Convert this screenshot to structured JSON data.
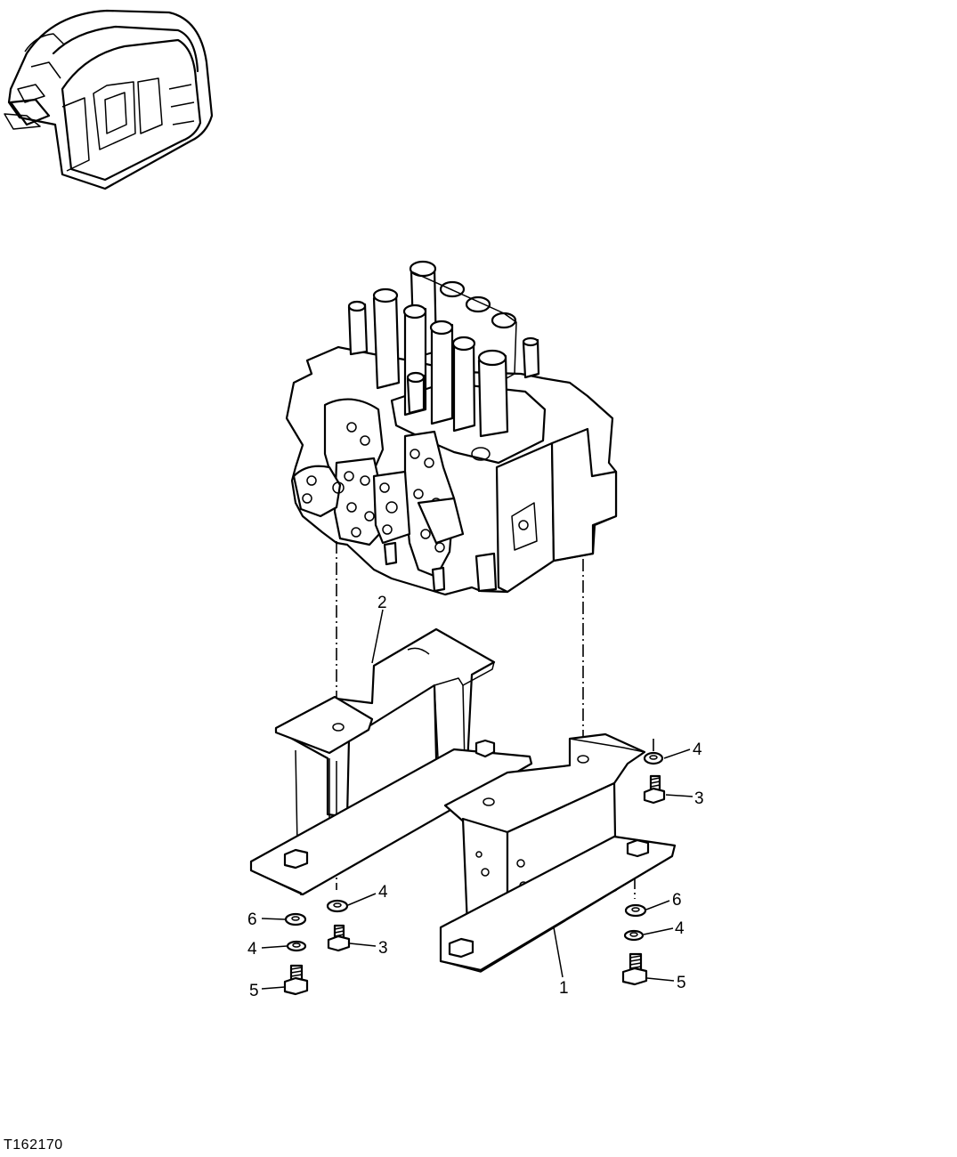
{
  "figure_id": "T162170",
  "callouts": [
    {
      "id": "c2-top",
      "number": "2"
    },
    {
      "id": "c4-right-top",
      "number": "4"
    },
    {
      "id": "c3-right",
      "number": "3"
    },
    {
      "id": "c4-center",
      "number": "4"
    },
    {
      "id": "c6-left",
      "number": "6"
    },
    {
      "id": "c4-left",
      "number": "4"
    },
    {
      "id": "c3-center",
      "number": "3"
    },
    {
      "id": "c5-left",
      "number": "5"
    },
    {
      "id": "c6-right",
      "number": "6"
    },
    {
      "id": "c4-right-bottom",
      "number": "4"
    },
    {
      "id": "c1",
      "number": "1"
    },
    {
      "id": "c5-right",
      "number": "5"
    }
  ],
  "parts": [
    "machine-locator-icon",
    "control-valve",
    "valve-bracket",
    "support-stand",
    "bolt",
    "lock-washer",
    "washer"
  ]
}
